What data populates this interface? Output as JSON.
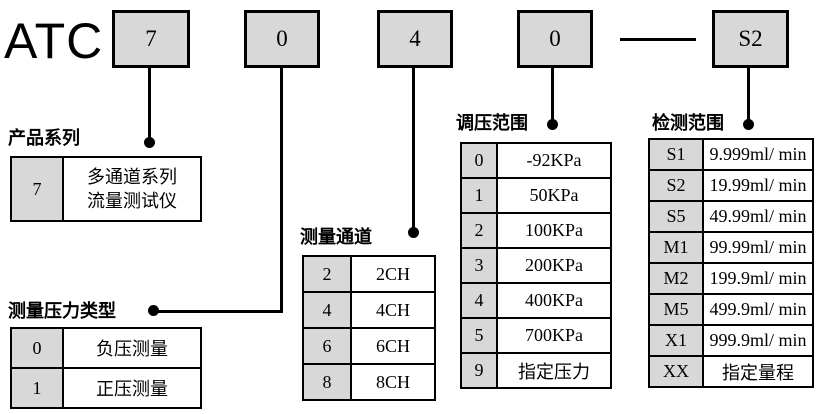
{
  "product_code": {
    "prefix": "ATC",
    "digits": [
      "7",
      "0",
      "4",
      "0"
    ],
    "separator": "—",
    "suffix": "S2"
  },
  "colors": {
    "box_fill": "#d8d8d8",
    "line": "#000000",
    "background": "#ffffff"
  },
  "tables": {
    "series": {
      "title": "产品系列",
      "rows": [
        {
          "code": "7",
          "desc_line1": "多通道系列",
          "desc_line2": "流量测试仪"
        }
      ]
    },
    "pressure_type": {
      "title": "测量压力类型",
      "rows": [
        {
          "code": "0",
          "desc": "负压测量"
        },
        {
          "code": "1",
          "desc": "正压测量"
        }
      ]
    },
    "channels": {
      "title": "测量通道",
      "rows": [
        {
          "code": "2",
          "desc": "2CH"
        },
        {
          "code": "4",
          "desc": "4CH"
        },
        {
          "code": "6",
          "desc": "6CH"
        },
        {
          "code": "8",
          "desc": "8CH"
        }
      ]
    },
    "pressure_range": {
      "title": "调压范围",
      "rows": [
        {
          "code": "0",
          "desc": "-92KPa"
        },
        {
          "code": "1",
          "desc": "50KPa"
        },
        {
          "code": "2",
          "desc": "100KPa"
        },
        {
          "code": "3",
          "desc": "200KPa"
        },
        {
          "code": "4",
          "desc": "400KPa"
        },
        {
          "code": "5",
          "desc": "700KPa"
        },
        {
          "code": "9",
          "desc": "指定压力"
        }
      ]
    },
    "detection_range": {
      "title": "检测范围",
      "rows": [
        {
          "code": "S1",
          "desc": "9.999ml/ min"
        },
        {
          "code": "S2",
          "desc": "19.99ml/ min"
        },
        {
          "code": "S5",
          "desc": "49.99ml/ min"
        },
        {
          "code": "M1",
          "desc": "99.99ml/ min"
        },
        {
          "code": "M2",
          "desc": "199.9ml/ min"
        },
        {
          "code": "M5",
          "desc": "499.9ml/ min"
        },
        {
          "code": "X1",
          "desc": "999.9ml/ min"
        },
        {
          "code": "XX",
          "desc": "指定量程"
        }
      ]
    }
  }
}
